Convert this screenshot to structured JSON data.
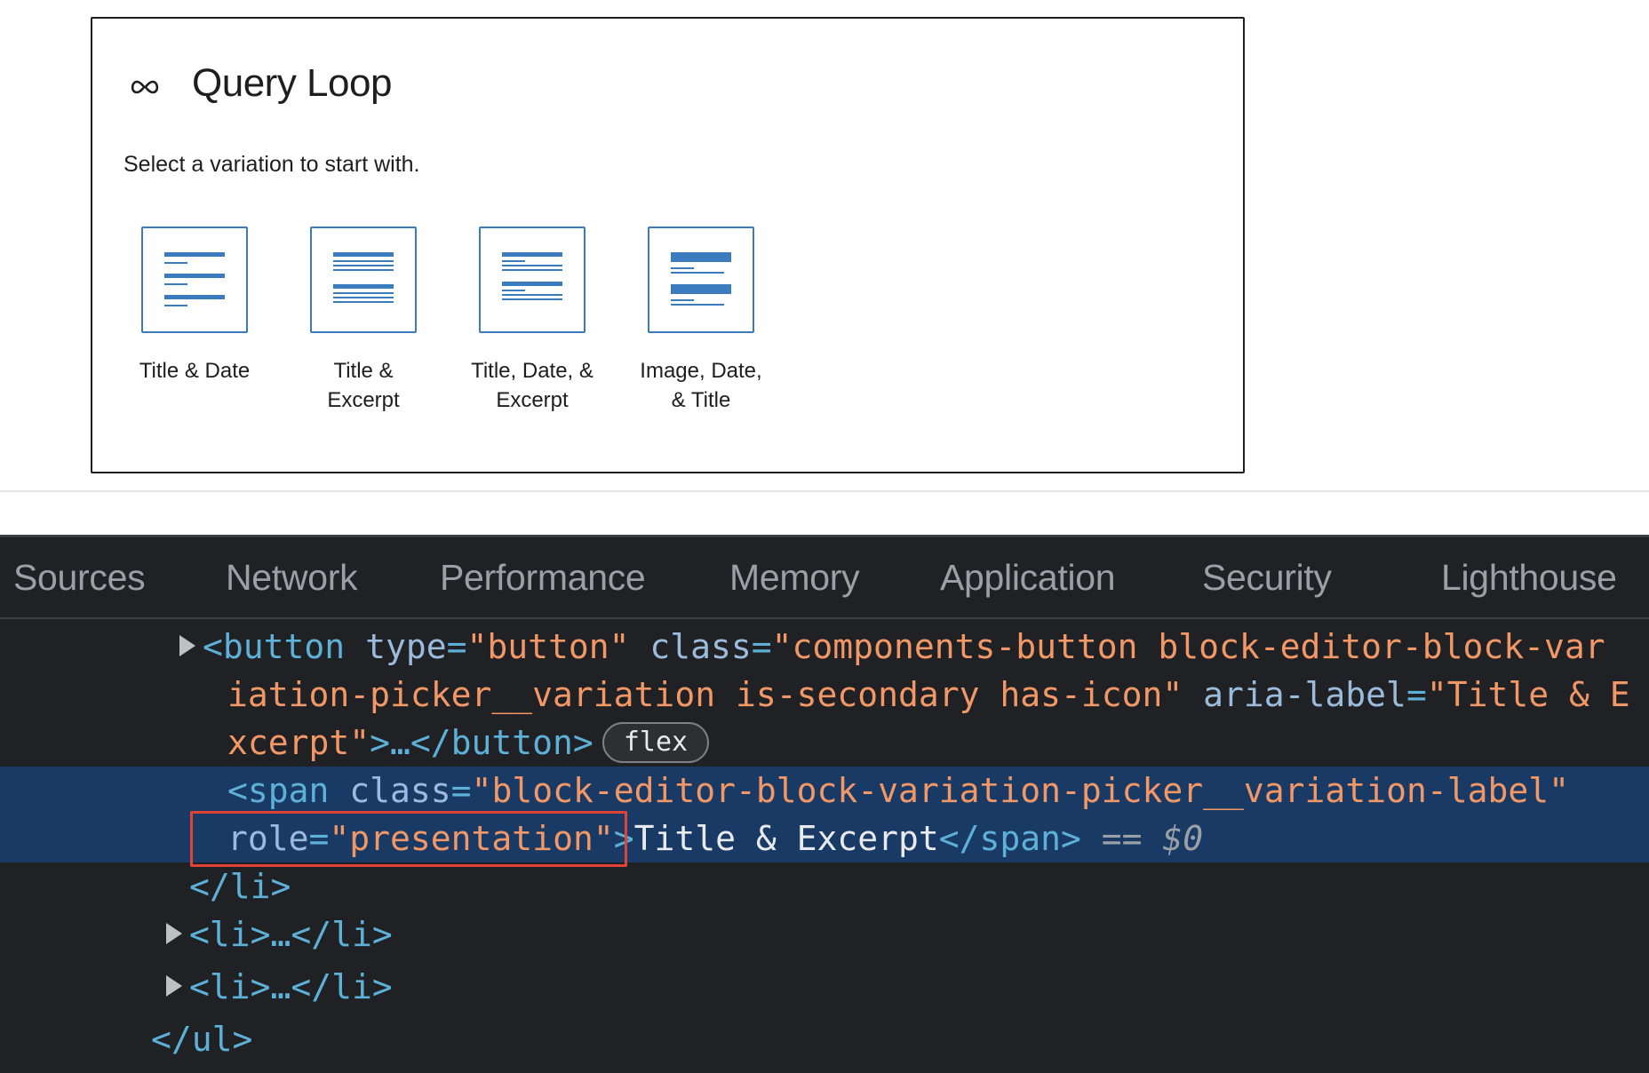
{
  "block": {
    "title": "Query Loop",
    "instructions": "Select a variation to start with.",
    "icon": "loop-icon",
    "variations": [
      {
        "label_lines": [
          "Title & Date"
        ],
        "icon": "title-date-icon"
      },
      {
        "label_lines": [
          "Title &",
          "Excerpt"
        ],
        "icon": "title-excerpt-icon"
      },
      {
        "label_lines": [
          "Title, Date, &",
          "Excerpt"
        ],
        "icon": "title-date-excerpt-icon"
      },
      {
        "label_lines": [
          "Image, Date,",
          "& Title"
        ],
        "icon": "image-date-title-icon"
      }
    ],
    "accent_color": "#3a7cbd"
  },
  "devtools": {
    "tabs": [
      "Sources",
      "Network",
      "Performance",
      "Memory",
      "Application",
      "Security",
      "Lighthouse"
    ],
    "tree": {
      "l1": {
        "open": "<",
        "tag": "button",
        "a1": "type",
        "v1": "\"button\"",
        "a2": "class",
        "v2a": "\"components-button block-editor-block-var"
      },
      "l2": {
        "v2b": "iation-picker__variation is-secondary has-icon\"",
        "a3": "aria-label",
        "v3a": "\"Title & E"
      },
      "l3": {
        "v3b": "xcerpt\"",
        "close": ">…</button>",
        "pill": "flex"
      },
      "l4": {
        "open": "<span",
        "a1": "class",
        "v1": "\"block-editor-block-variation-picker__variation-label\""
      },
      "l5": {
        "a2": "role",
        "v2": "\"presentation\"",
        "gt": ">",
        "text": "Title & Excerpt",
        "close": "</span>",
        "eq": " == $0"
      },
      "l6": {
        "text": "</li>"
      },
      "l7": {
        "text": "<li>…</li>"
      },
      "l8": {
        "text": "<li>…</li>"
      },
      "l9": {
        "text": "</ul>"
      }
    },
    "highlight_color": "#e04335"
  }
}
